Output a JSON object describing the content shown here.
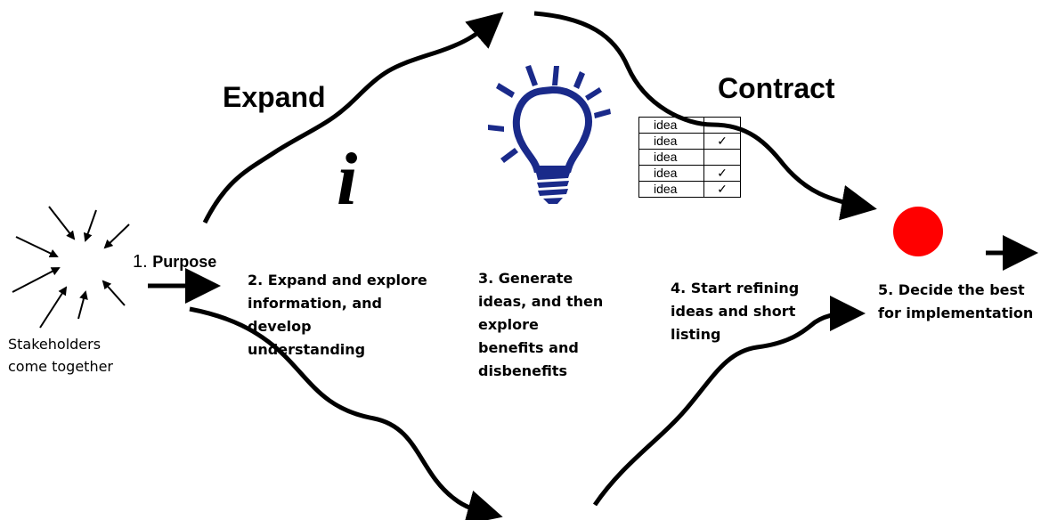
{
  "headings": {
    "expand": "Expand",
    "contract": "Contract"
  },
  "info_symbol": "i",
  "stakeholders": {
    "line1": "Stakeholders",
    "line2": "come together"
  },
  "purpose": {
    "number": "1.",
    "label": "Purpose"
  },
  "steps": [
    {
      "lines": [
        "2. Expand and explore",
        "information, and",
        "develop",
        "understanding"
      ]
    },
    {
      "lines": [
        "3. Generate",
        "ideas, and then",
        "explore",
        "benefits and",
        "disbenefits"
      ]
    },
    {
      "lines": [
        "4. Start refining",
        "ideas and short",
        "listing"
      ]
    },
    {
      "lines": [
        "5. Decide the best",
        "for implementation"
      ]
    }
  ],
  "ideas_table": [
    {
      "label": "idea",
      "check": ""
    },
    {
      "label": "idea",
      "check": "✓"
    },
    {
      "label": "idea",
      "check": ""
    },
    {
      "label": "idea",
      "check": "✓"
    },
    {
      "label": "idea",
      "check": "✓"
    }
  ],
  "colors": {
    "decision_dot": "#ff0000",
    "lightbulb": "#1a2a8a",
    "ink": "#000000"
  },
  "icons": [
    "starburst-icon",
    "info-icon",
    "lightbulb-icon",
    "idea-checklist",
    "decision-dot"
  ]
}
